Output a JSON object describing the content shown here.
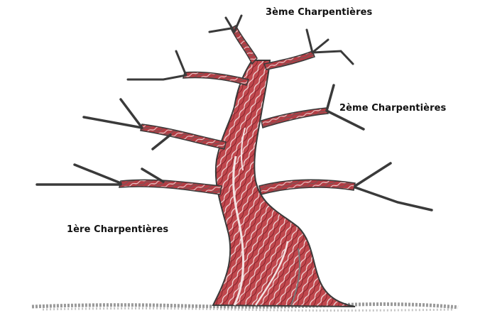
{
  "labels": {
    "third": "3ème Charpentières",
    "second": "2ème Charpentières",
    "first": "1ère Charpentières"
  },
  "colors": {
    "bark_red": "#c0474d",
    "bark_dark_red": "#9e2f36",
    "bark_pink": "#e8b3b3",
    "outline": "#3a3a3a",
    "ground": "#8a8a8a"
  }
}
